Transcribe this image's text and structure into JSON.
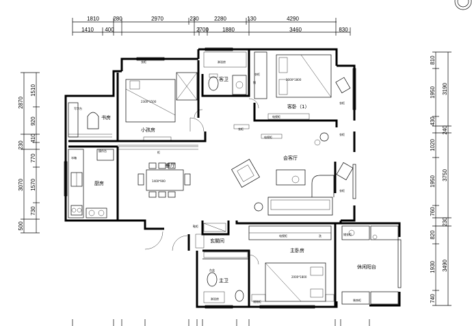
{
  "dimensions": {
    "top_outer": [
      "1810",
      "280",
      "2970",
      "230",
      "2280",
      "130",
      "4290"
    ],
    "top_inner": [
      "1410",
      "400",
      "2700",
      "1880",
      "3460",
      "830"
    ],
    "left_outer": [
      "2870",
      "230",
      "3070",
      "500"
    ],
    "left_inner": [
      "1510",
      "920",
      "410",
      "770",
      "1570",
      "730"
    ],
    "right_inner": [
      "810",
      "1950",
      "430",
      "1020",
      "1950",
      "760",
      "820",
      "1930",
      "740"
    ],
    "right_outer": [
      "3190",
      "240",
      "3750",
      "230",
      "3490"
    ]
  },
  "rooms": {
    "study": "书房",
    "kids_room": "小孩房",
    "guest_bath": "客卫",
    "guest_bedroom": "客卧（1）",
    "dining": "餐厅",
    "living": "会客厅",
    "kitchen": "厨房",
    "entry": "玄關间",
    "master_bedroom": "主卧房",
    "master_bath": "主卫",
    "balcony": "休闲阳台"
  },
  "labels": {
    "bed_kids": "2300*1500",
    "bed_guest": "2000*1800",
    "bed_master": "2000*1800",
    "dining_table": "1400*900",
    "desk": "写字台",
    "tv_cabinet": "电视柜",
    "tv_cabinet_2": "电视柜",
    "tv_cabinet_3": "电视柜",
    "wardrobe_1": "衣柜",
    "wardrobe_2": "衣柜",
    "wardrobe_3": "衣柜",
    "wardrobe_4": "衣柜",
    "wardrobe_5": "衣柜",
    "wardrobe_6": "衣柜",
    "shower_guest": "淋浴房",
    "shower_master": "淋浴房",
    "fridge": "冰箱",
    "kitchen_counter": "操作台",
    "shoe_cabinet": "鞋柜",
    "cabinet": "柜",
    "storage": "储物柜",
    "mirror": "镜",
    "basin": "台盆",
    "decor": "装饰柜",
    "closet_2": "储衣柜",
    "sink": "洗"
  }
}
